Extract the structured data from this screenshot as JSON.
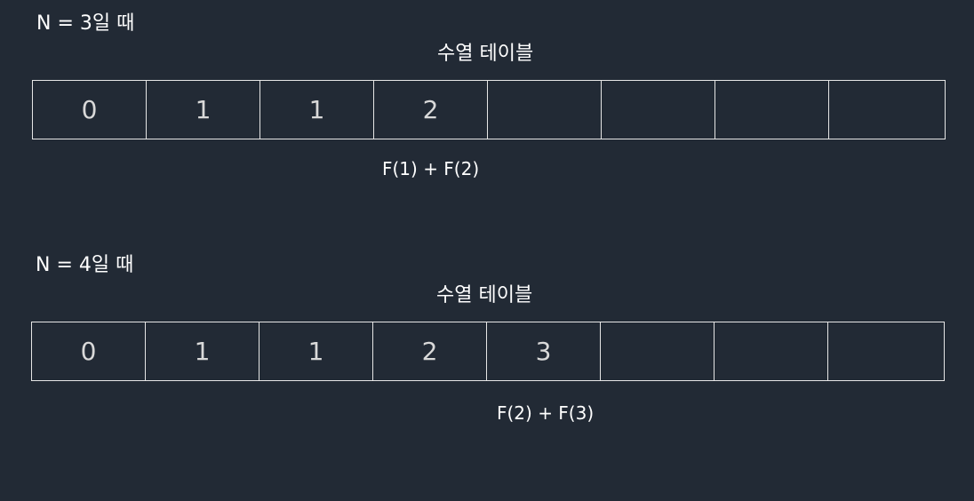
{
  "diagrams": [
    {
      "heading": "N = 3일 때",
      "table_title": "수열 테이블",
      "cells": [
        "0",
        "1",
        "1",
        "2",
        "",
        "",
        "",
        ""
      ],
      "formula": "F(1) + F(2)"
    },
    {
      "heading": "N = 4일 때",
      "table_title": "수열 테이블",
      "cells": [
        "0",
        "1",
        "1",
        "2",
        "3",
        "",
        "",
        ""
      ],
      "formula": "F(2) + F(3)"
    }
  ],
  "colors": {
    "background": "#222a35",
    "grid_line": "#e6e6e6",
    "text": "#ffffff",
    "cell_text": "#d9d9d9"
  }
}
